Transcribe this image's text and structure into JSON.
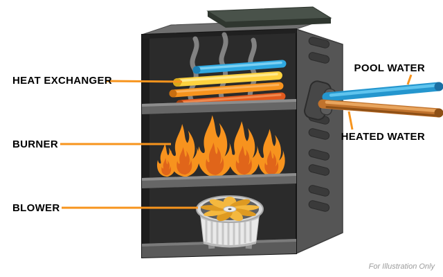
{
  "labels": {
    "heat_exchanger": "HEAT EXCHANGER",
    "burner": "BURNER",
    "blower": "BLOWER",
    "pool_water": "POOL WATER",
    "heated_water": "HEATED WATER"
  },
  "footer": {
    "note": "For Illustration Only"
  },
  "colors": {
    "background": "#FFFFFF",
    "label_text": "#000000",
    "leader_line": "#F7941D",
    "cabinet_front": "#2B2B2B",
    "cabinet_side": "#555555",
    "cabinet_shelf": "#666666",
    "vent_cap": "#49524A",
    "smoke": "#D9D9D9",
    "flame_outer": "#F7931E",
    "flame_inner": "#E0651A",
    "pipe_pool_water_blue": "#2FA8E0",
    "pipe_yellow": "#FFD23F",
    "pipe_orange": "#F7931E",
    "pipe_red_orange": "#E25A1E",
    "pipe_heated_copper": "#C0722C",
    "fan_blade_gold": "#F4B83F",
    "blower_housing": "#E9E9E9",
    "note_text": "#9B9B9B"
  }
}
